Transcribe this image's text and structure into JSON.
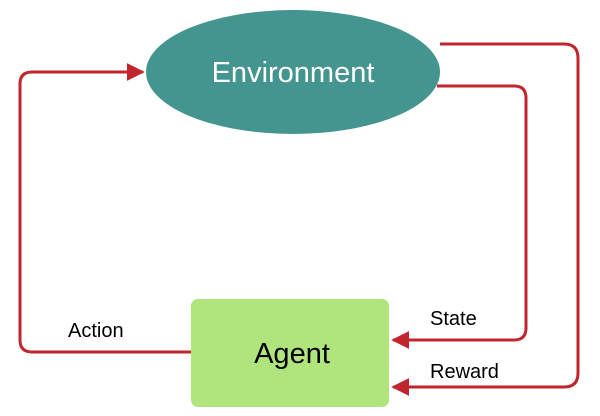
{
  "diagram": {
    "title": "Reinforcement learning loop",
    "nodes": {
      "environment": {
        "label": "Environment",
        "fill": "#44958F"
      },
      "agent": {
        "label": "Agent",
        "fill": "#B0E47D"
      }
    },
    "edges": {
      "action": {
        "label": "Action",
        "from": "agent",
        "to": "environment"
      },
      "state": {
        "label": "State",
        "from": "environment",
        "to": "agent"
      },
      "reward": {
        "label": "Reward",
        "from": "environment",
        "to": "agent"
      }
    },
    "colors": {
      "arrow": "#C1262E",
      "environment_text": "#FFFFFF",
      "agent_text": "#000000",
      "label_text": "#000000",
      "background": "#FFFFFF"
    }
  }
}
